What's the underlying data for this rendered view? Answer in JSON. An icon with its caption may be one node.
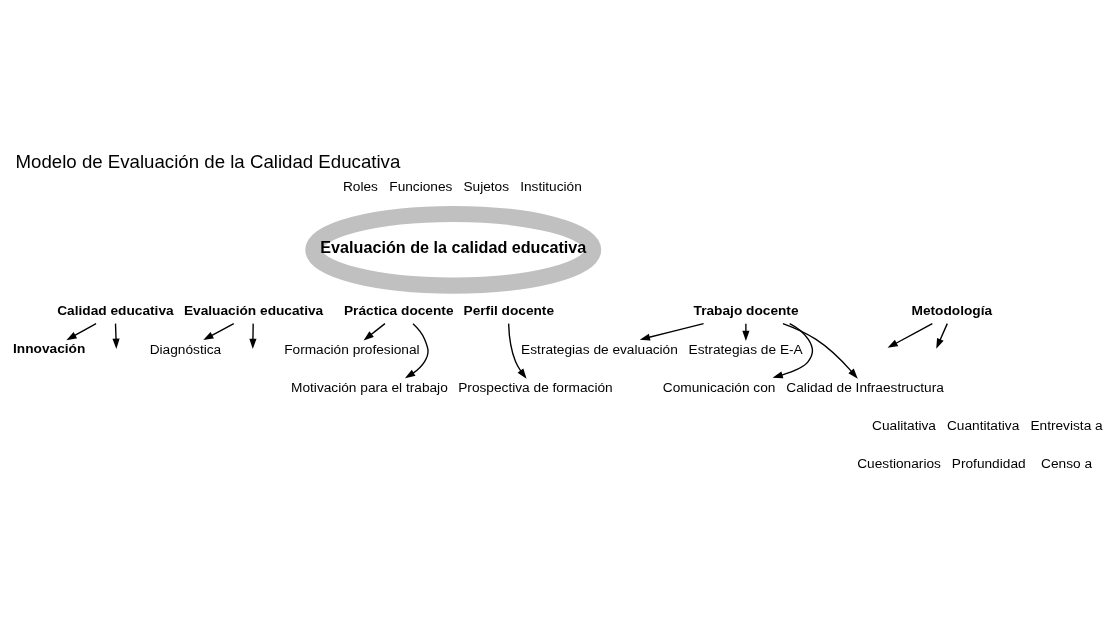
{
  "diagram": {
    "title": "Modelo de Evaluación de la Calidad Educativa",
    "nodes": [
      {
        "text": [
          "Evaluación de la calidad educativa"
        ]
      },
      {
        "text": [
          "Calidad educativa"
        ]
      },
      {
        "text": [
          "Innovación"
        ]
      },
      {
        "text": [
          "Evaluación educativa"
        ]
      },
      {
        "text": [
          "Diagnóstica"
        ]
      },
      {
        "text": [
          "Práctica docente"
        ]
      },
      {
        "text": [
          "Perfil docente"
        ]
      },
      {
        "text": [
          "Trabajo docente"
        ]
      },
      {
        "text": [
          "Metodología"
        ]
      },
      {
        "text": [
          "Formación profesional"
        ]
      },
      {
        "text": [
          "Estrategias de evaluación"
        ]
      },
      {
        "text": [
          "Estrategias de E-A"
        ]
      },
      {
        "text": [
          "Comunicación con"
        ]
      },
      {
        "text": [
          "Calidad de Infraestructura"
        ]
      },
      {
        "text": [
          "Prospectiva de formación"
        ]
      },
      {
        "text": [
          "Motivación para el trabajo"
        ]
      }
    ],
    "edges": [
      {
        "from": 1,
        "to": null,
        "arrow": "to"
      },
      {
        "from": 1,
        "to": 2,
        "arrow": "to"
      },
      {
        "from": 3,
        "to": null,
        "arrow": "to"
      },
      {
        "from": 3,
        "to": 4,
        "arrow": "to"
      },
      {
        "from": 8,
        "to": null,
        "arrow": "to"
      },
      {
        "from": 8,
        "to": null,
        "arrow": "to"
      },
      {
        "from": 5,
        "to": 9,
        "arrow": "to"
      },
      {
        "from": 5,
        "to": 15,
        "arrow": "to"
      },
      {
        "from": 6,
        "to": 14,
        "arrow": "to"
      },
      {
        "from": 7,
        "to": 10,
        "arrow": "to"
      },
      {
        "from": 7,
        "to": 12,
        "arrow": "to"
      },
      {
        "from": 7,
        "to": 13,
        "arrow": "to"
      },
      {
        "from": 7,
        "to": 11,
        "arrow": "to"
      }
    ],
    "labels": [
      "Roles",
      "Funciones",
      "Sujetos",
      "Institución",
      "Cualitativa",
      "Cuantitativa",
      "Entrevista a",
      "Cuestionarios",
      "Profundidad",
      "Censo a"
    ]
  }
}
